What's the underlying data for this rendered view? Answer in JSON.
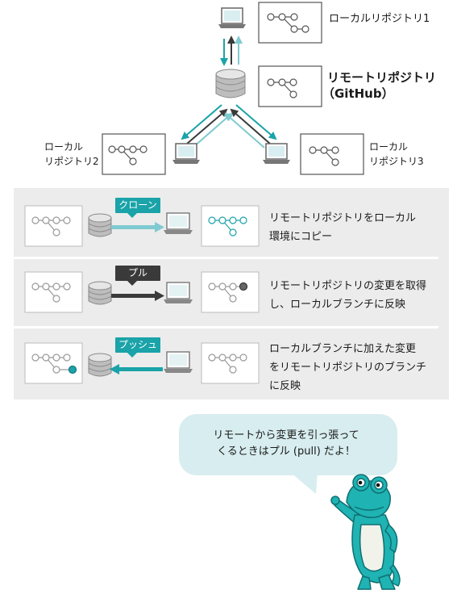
{
  "top": {
    "local1_label": "ローカルリポジトリ1",
    "remote_label": "リモートリポジトリ",
    "remote_sub": "（GitHub）",
    "local2_line1": "ローカル",
    "local2_line2": "リポジトリ2",
    "local3_line1": "ローカル",
    "local3_line2": "リポジトリ3"
  },
  "rows": [
    {
      "tag": "クローン",
      "desc1": "リモートリポジトリをローカル",
      "desc2": "環境にコピー"
    },
    {
      "tag": "プル",
      "desc1": "リモートリポジトリの変更を取得",
      "desc2": "し、ローカルブランチに反映"
    },
    {
      "tag": "プッシュ",
      "desc1": "ローカルブランチに加えた変更",
      "desc2": "をリモートリポジトリのブランチ",
      "desc3": "に反映"
    }
  ],
  "bubble": {
    "line1": "リモートから変更を引っ張って",
    "line2": "くるときはプル (pull) だよ！"
  },
  "colors": {
    "teal": "#1aa3a8",
    "dark": "#3a3a3a",
    "light_teal": "#7fcad0",
    "panel": "#ececec",
    "bubble": "#d8edef",
    "frog": "#1fb3b3"
  },
  "icons": [
    "laptop-icon",
    "database-icon",
    "branch-graph-icon",
    "frog-character"
  ]
}
